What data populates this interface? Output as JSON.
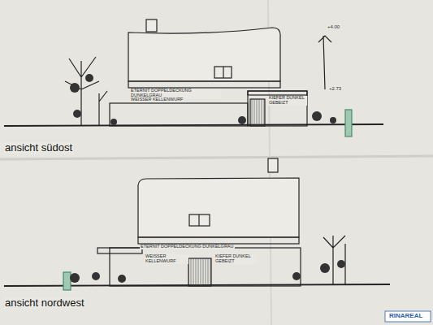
{
  "diagram": {
    "labels": [
      "+4.00",
      "+2.73",
      "ETERNIT DOPPELDECKUNG DUNKELGRAU",
      "WEISSER KELLENWURF",
      "KIEFER DUNKEL GEBEIZT",
      "ansicht südost",
      "ETERNIT DOPPELDECKUNG DUNKELGRAU",
      "WEISSER KELLENWURF",
      "KIEFER DUNKEL GEBEIZT",
      "ansicht nordwest",
      "RINAREAL"
    ]
  }
}
